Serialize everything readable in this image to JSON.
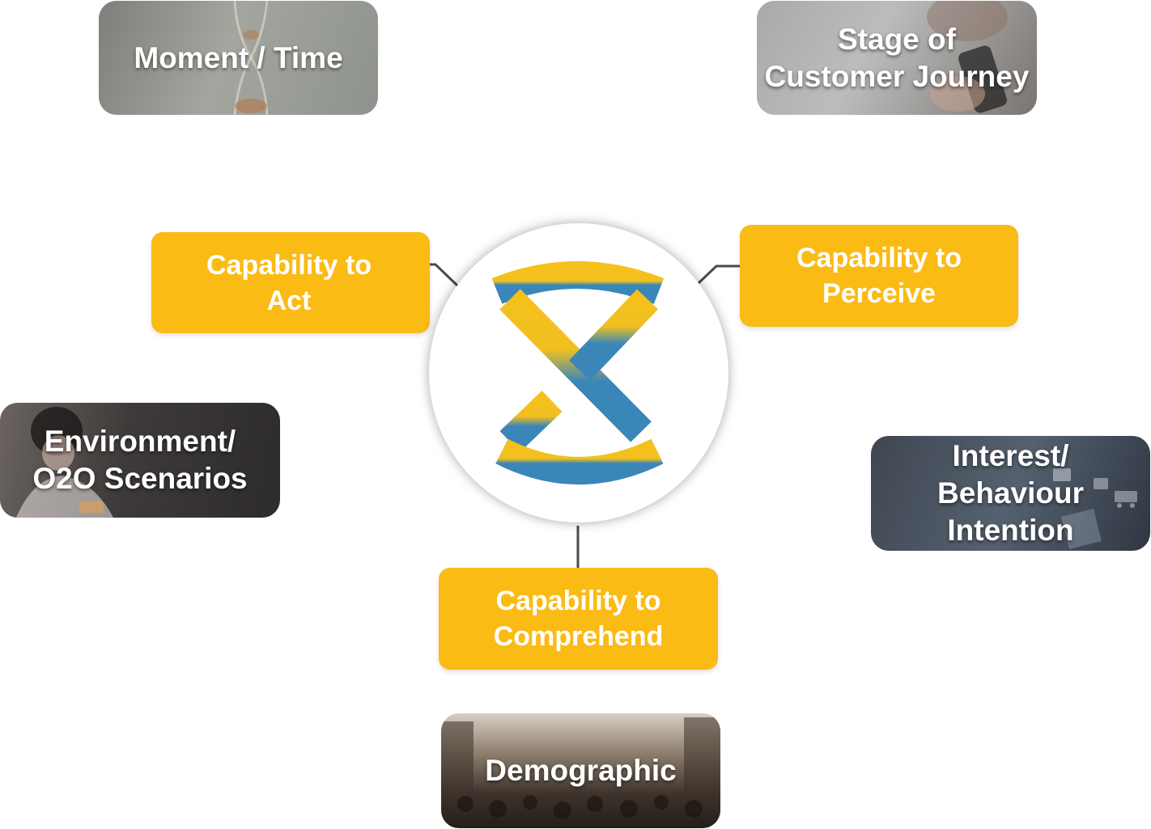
{
  "context_boxes": {
    "moment_time": "Moment / Time",
    "customer_journey": "Stage of\nCustomer Journey",
    "environment": "Environment/\nO2O Scenarios",
    "interest": "Interest/\nBehaviour\nIntention",
    "demographic": "Demographic"
  },
  "capabilities": {
    "act": "Capability to\nAct",
    "perceive": "Capability to\nPerceive",
    "comprehend": "Capability to\nComprehend"
  },
  "colors": {
    "capability_fill": "#fbbb15",
    "logo_yellow": "#f5c01b",
    "logo_blue": "#3b86b8",
    "connector": "#4a4a4a"
  },
  "icons": {
    "hub_logo": "hourglass-s-logo-icon"
  }
}
